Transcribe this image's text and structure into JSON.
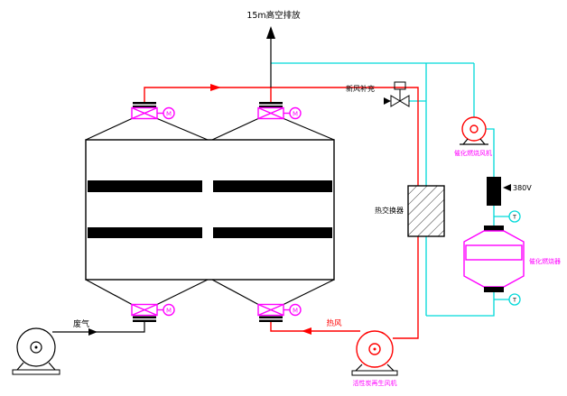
{
  "diagram_type": "process-flow-diagram",
  "labels": {
    "exhaust_outlet": "15m高空排放",
    "fresh_air": "新风补充",
    "heat_exchanger": "热交换器",
    "catalytic_fan": "催化燃烧风机",
    "heater_voltage": "380V",
    "catalytic_burner": "催化燃烧器",
    "waste_gas": "废气",
    "hot_air": "热风",
    "regen_fan": "活性炭再生风机",
    "valve_motor": "M",
    "temp_indicator": "T"
  },
  "colors": {
    "hot_gas_pipe": "#ff0000",
    "clean_gas_pipe": "#00d9d9",
    "valve_outline": "#ff00ff",
    "line_black": "#000000",
    "carbon_bed": "#000000"
  }
}
